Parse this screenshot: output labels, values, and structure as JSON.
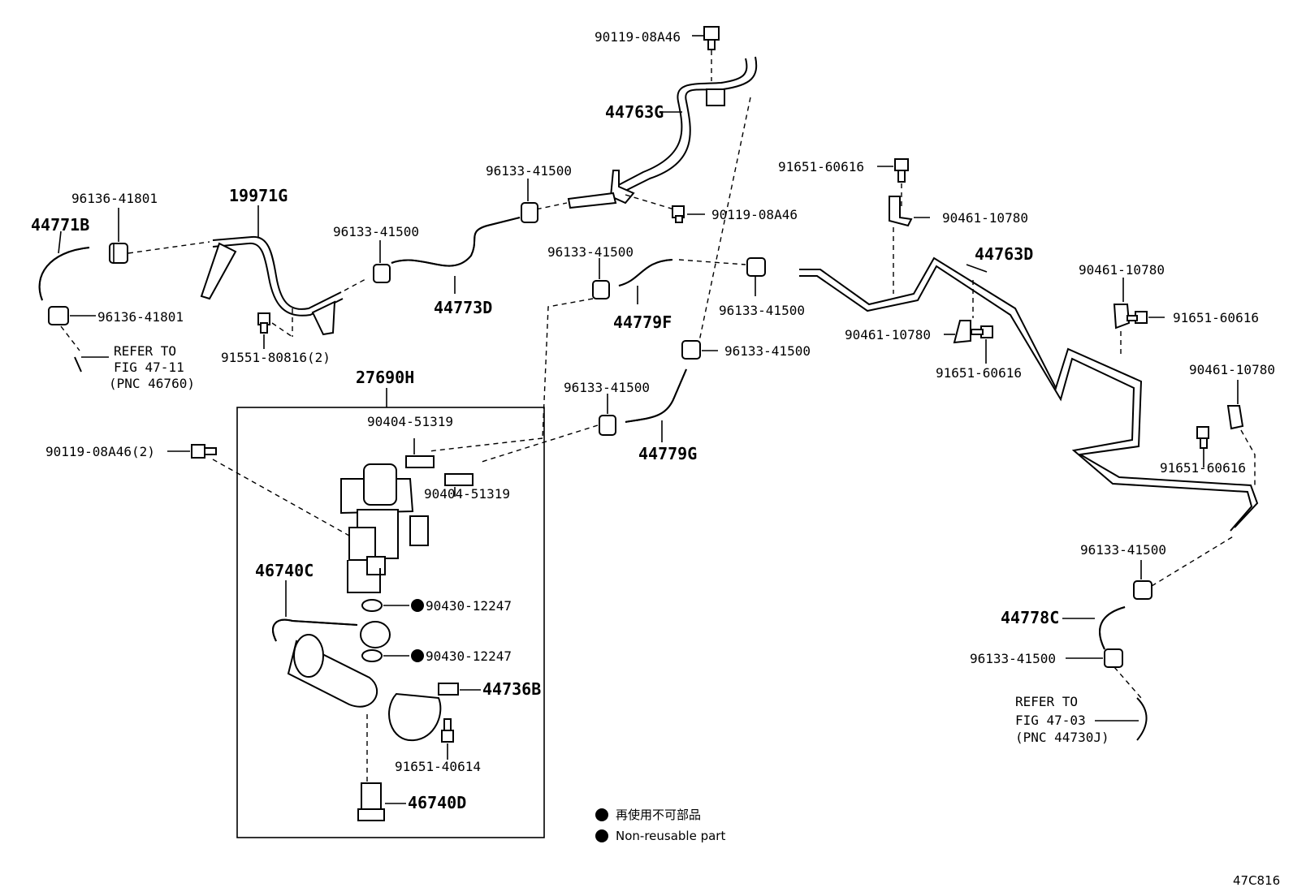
{
  "diagram_id": "47C816",
  "labels": {
    "p90119_top": "90119-08A46",
    "p44763G": "44763G",
    "p96136_a": "96136-41801",
    "p19971G": "19971G",
    "p44771B": "44771B",
    "p96133_a": "96133-41500",
    "p90119_mid": "90119-08A46",
    "p91651_a": "91651-60616",
    "p90461_a": "90461-10780",
    "p96133_b": "96133-41500",
    "p44773D": "44773D",
    "p96133_c": "96133-41500",
    "p44763D": "44763D",
    "p90461_b": "90461-10780",
    "p91651_b": "91651-60616",
    "p96136_b": "96136-41801",
    "p44779F": "44779F",
    "p96133_d": "96133-41500",
    "p90461_c": "90461-10780",
    "p91651_c": "91651-60616",
    "p91551": "91551-80816(2)",
    "p27690H": "27690H",
    "p96133_e": "96133-41500",
    "p90461_d": "90461-10780",
    "p90404_a": "90404-51319",
    "p96133_f": "96133-41500",
    "p90119_2": "90119-08A46(2)",
    "p44779G": "44779G",
    "p91651_d": "91651-60616",
    "p90404_b": "90404-51319",
    "p46740C": "46740C",
    "p90430_a": "90430-12247",
    "p96133_g": "96133-41500",
    "p44778C": "44778C",
    "p90430_b": "90430-12247",
    "p96133_h": "96133-41500",
    "p44736B": "44736B",
    "p91651_40614": "91651-40614",
    "p46740D": "46740D"
  },
  "refer_left": {
    "line1": "REFER TO",
    "line2": "FIG 47-11",
    "line3": "(PNC 46760)"
  },
  "refer_right": {
    "line1": "REFER TO",
    "line2": "FIG 47-03",
    "line3": "(PNC 44730J)"
  },
  "legend": {
    "jp": "再使用不可部品",
    "en": "Non-reusable part"
  }
}
